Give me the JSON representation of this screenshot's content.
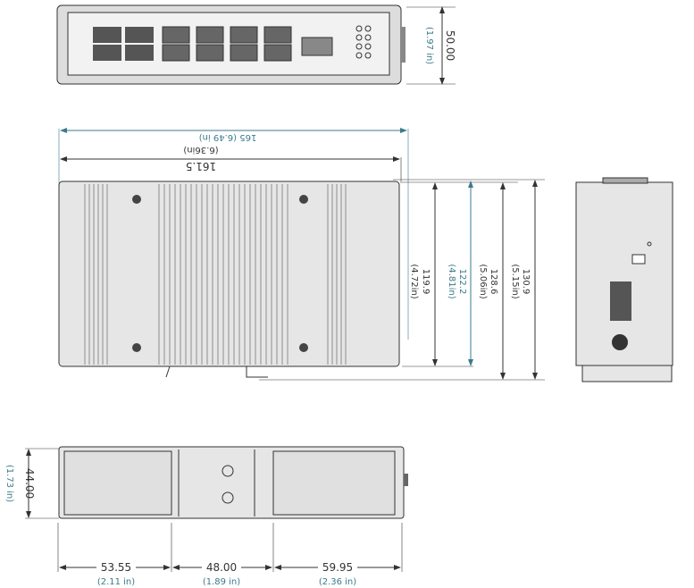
{
  "top_view": {
    "height": "50.00",
    "height_in": "(1.97 in)"
  },
  "front_view": {
    "width_outer": "165 (6.49 in)",
    "width": "161.5",
    "width_in": "(6.36in)",
    "h1": "119.9",
    "h1_in": "(4.72in)",
    "h2": "122.2",
    "h2_in": "(4.81in)",
    "h3": "128.6",
    "h3_in": "(5.06in)",
    "h4": "130.9",
    "h4_in": "(5.15in)"
  },
  "bottom_view": {
    "depth": "44.00",
    "depth_in": "(1.73 in)",
    "segments": [
      {
        "mm": "53.55",
        "in": "(2.11 in)"
      },
      {
        "mm": "48.00",
        "in": "(1.89 in)"
      },
      {
        "mm": "59.95",
        "in": "(2.36 in)"
      }
    ]
  },
  "colors": {
    "dim_blue": "#3b7a8c",
    "line": "#333333",
    "body": "#e6e6e6"
  }
}
